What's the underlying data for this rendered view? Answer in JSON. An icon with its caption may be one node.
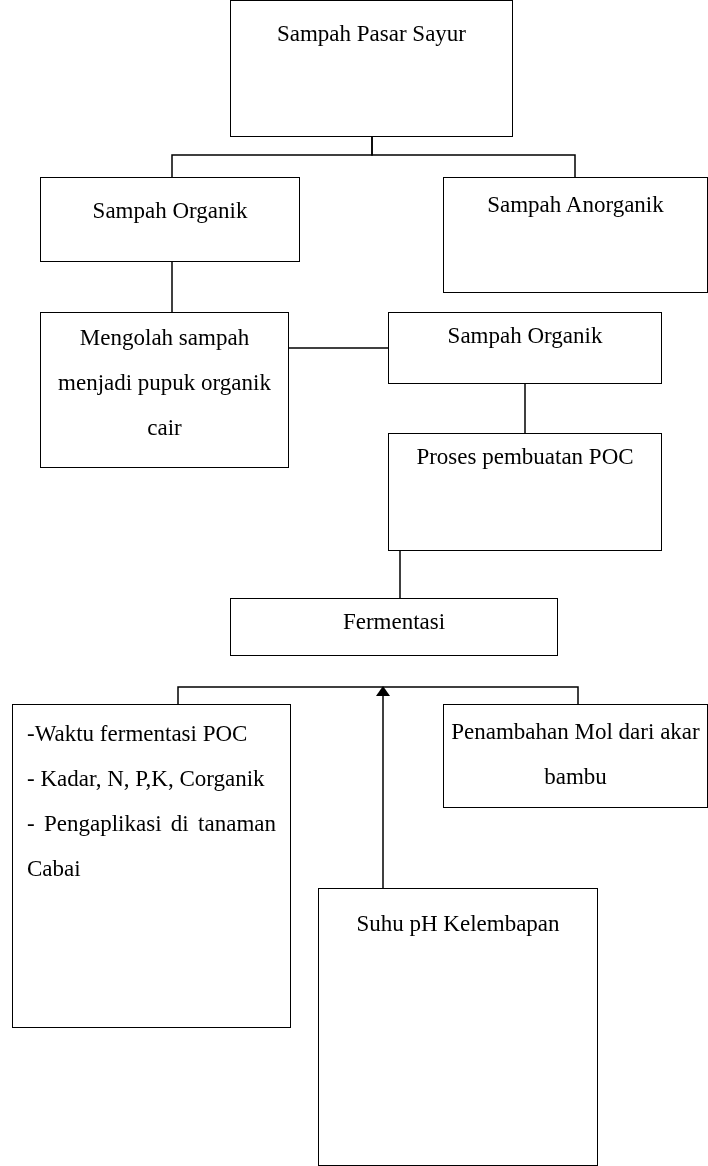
{
  "diagram": {
    "nodes": [
      {
        "text": [
          "Sampah Pasar Sayur"
        ]
      },
      {
        "text": [
          "Sampah Organik"
        ]
      },
      {
        "text": [
          "Sampah Anorganik"
        ]
      },
      {
        "text": [
          "Mengolah sampah menjadi pupuk organik cair"
        ]
      },
      {
        "text": [
          "Sampah Organik"
        ]
      },
      {
        "text": [
          "Proses pembuatan POC"
        ]
      },
      {
        "text": [
          "Fermentasi"
        ]
      },
      {
        "text": [
          "-Waktu fermentasi POC",
          "- Kadar, N, P,K, Corganik",
          "- Pengaplikasi di tanaman Cabai"
        ]
      },
      {
        "text": [
          "Penambahan Mol dari akar bambu"
        ]
      },
      {
        "text": [
          "Suhu pH Kelembapan"
        ]
      }
    ],
    "edges": [
      {
        "from": 0,
        "to": 1,
        "arrow": "none"
      },
      {
        "from": 0,
        "to": 2,
        "arrow": "none"
      },
      {
        "from": 1,
        "to": 3,
        "arrow": "none"
      },
      {
        "from": 3,
        "to": 4,
        "arrow": "none"
      },
      {
        "from": 4,
        "to": 5,
        "arrow": "none"
      },
      {
        "from": 5,
        "to": 6,
        "arrow": "none"
      },
      {
        "from": 7,
        "to": 8,
        "arrow": "none"
      },
      {
        "from": 9,
        "to": null,
        "arrow": "to"
      }
    ]
  }
}
